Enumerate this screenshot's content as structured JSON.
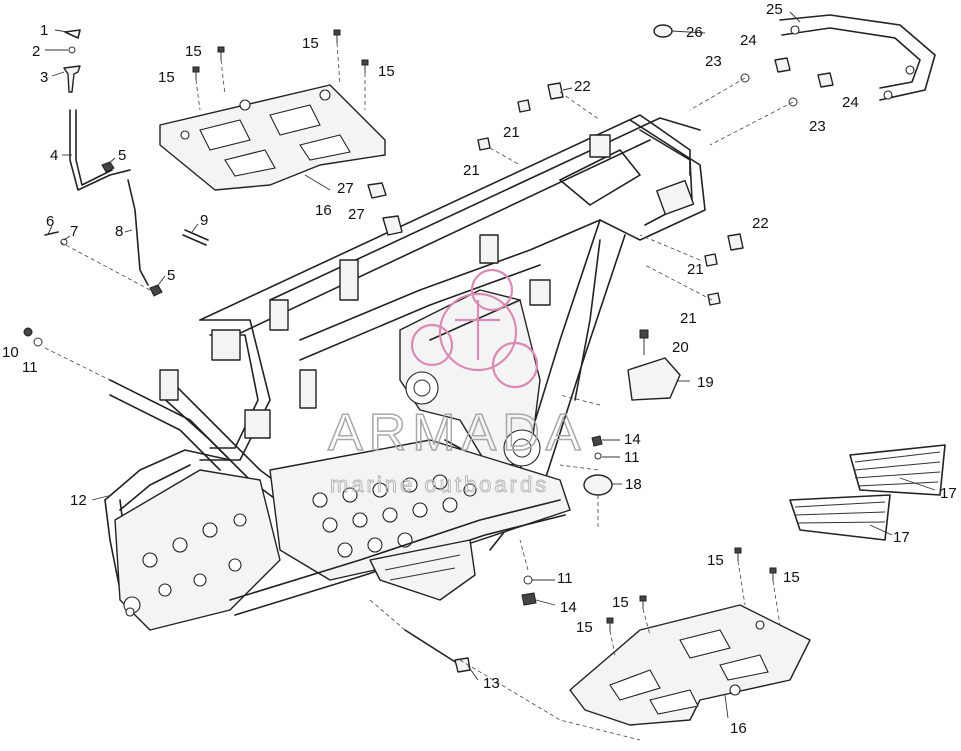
{
  "watermark": {
    "title": "ARMADA",
    "subtitle": "marine outboards",
    "logo_color": "#d98ab5"
  },
  "callouts": [
    {
      "id": "c1",
      "label": "1"
    },
    {
      "id": "c2",
      "label": "2"
    },
    {
      "id": "c3",
      "label": "3"
    },
    {
      "id": "c4",
      "label": "4"
    },
    {
      "id": "c5a",
      "label": "5"
    },
    {
      "id": "c5b",
      "label": "5"
    },
    {
      "id": "c6",
      "label": "6"
    },
    {
      "id": "c7",
      "label": "7"
    },
    {
      "id": "c8",
      "label": "8"
    },
    {
      "id": "c9",
      "label": "9"
    },
    {
      "id": "c10",
      "label": "10"
    },
    {
      "id": "c11a",
      "label": "11"
    },
    {
      "id": "c11b",
      "label": "11"
    },
    {
      "id": "c11c",
      "label": "11"
    },
    {
      "id": "c12",
      "label": "12"
    },
    {
      "id": "c13",
      "label": "13"
    },
    {
      "id": "c14a",
      "label": "14"
    },
    {
      "id": "c14b",
      "label": "14"
    },
    {
      "id": "c15a",
      "label": "15"
    },
    {
      "id": "c15b",
      "label": "15"
    },
    {
      "id": "c15c",
      "label": "15"
    },
    {
      "id": "c15d",
      "label": "15"
    },
    {
      "id": "c15e",
      "label": "15"
    },
    {
      "id": "c15f",
      "label": "15"
    },
    {
      "id": "c15g",
      "label": "15"
    },
    {
      "id": "c15h",
      "label": "15"
    },
    {
      "id": "c16a",
      "label": "16"
    },
    {
      "id": "c16b",
      "label": "16"
    },
    {
      "id": "c17a",
      "label": "17"
    },
    {
      "id": "c17b",
      "label": "17"
    },
    {
      "id": "c18",
      "label": "18"
    },
    {
      "id": "c19",
      "label": "19"
    },
    {
      "id": "c20",
      "label": "20"
    },
    {
      "id": "c21a",
      "label": "21"
    },
    {
      "id": "c21b",
      "label": "21"
    },
    {
      "id": "c21c",
      "label": "21"
    },
    {
      "id": "c21d",
      "label": "21"
    },
    {
      "id": "c22a",
      "label": "22"
    },
    {
      "id": "c22b",
      "label": "22"
    },
    {
      "id": "c23a",
      "label": "23"
    },
    {
      "id": "c23b",
      "label": "23"
    },
    {
      "id": "c24a",
      "label": "24"
    },
    {
      "id": "c24b",
      "label": "24"
    },
    {
      "id": "c25",
      "label": "25"
    },
    {
      "id": "c26",
      "label": "26"
    },
    {
      "id": "c27a",
      "label": "27"
    },
    {
      "id": "c27b",
      "label": "27"
    }
  ]
}
